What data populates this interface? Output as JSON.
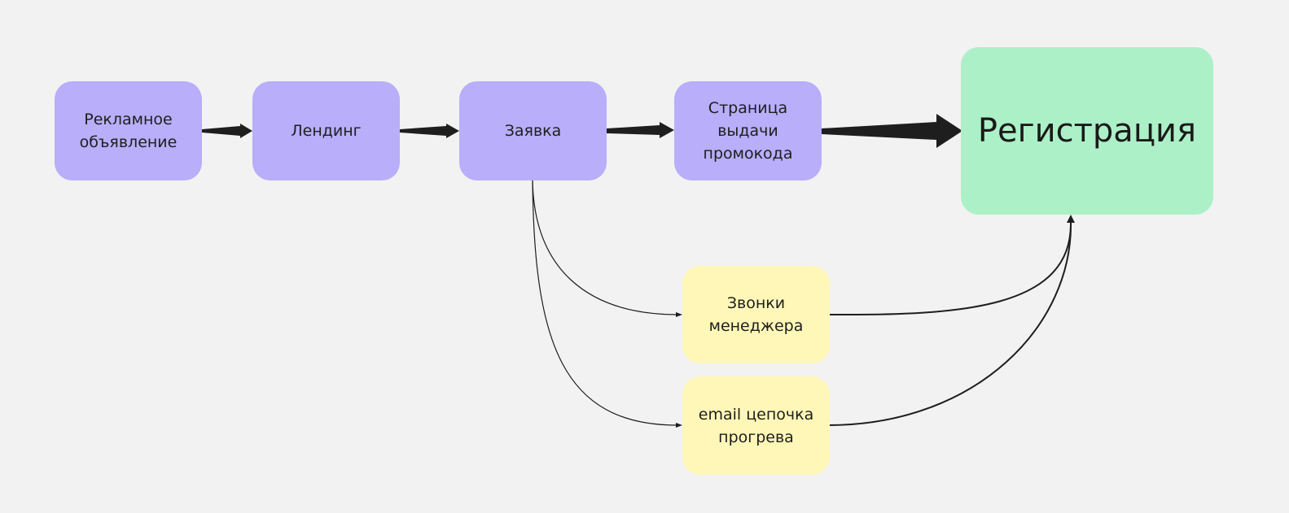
{
  "diagram": {
    "nodes": {
      "ad": "Рекламное\nобъявление",
      "landing": "Лендинг",
      "request": "Заявка",
      "promo_page": "Страница\nвыдачи\nпромокода",
      "registration": "Регистрация",
      "manager_calls": "Звонки\nменеджера",
      "email_chain": "email цепочка\nпрогрева"
    },
    "edges": [
      {
        "from": "ad",
        "to": "landing"
      },
      {
        "from": "landing",
        "to": "request"
      },
      {
        "from": "request",
        "to": "promo_page"
      },
      {
        "from": "promo_page",
        "to": "registration"
      },
      {
        "from": "request",
        "to": "manager_calls"
      },
      {
        "from": "request",
        "to": "email_chain"
      },
      {
        "from": "manager_calls",
        "to": "registration"
      },
      {
        "from": "email_chain",
        "to": "registration"
      }
    ],
    "colors": {
      "background": "#f2f2f2",
      "funnel_node": "#b8aefa",
      "nurture_node": "#fff7b8",
      "goal_node": "#acf0c8",
      "edge": "#1e1e1e"
    }
  }
}
